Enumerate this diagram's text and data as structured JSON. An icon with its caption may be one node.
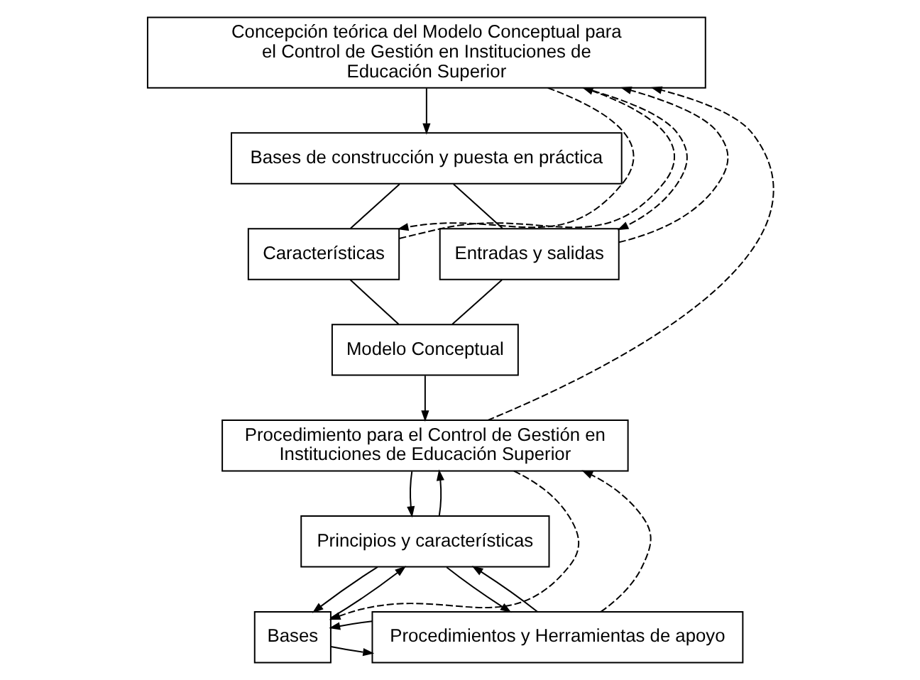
{
  "diagram": {
    "nodes": [
      {
        "text": [
          "Concepción teórica del Modelo Conceptual para el Control de Gestión en Instituciones de Educación Superior"
        ]
      },
      {
        "text": [
          "Bases de construcción y puesta en práctica"
        ]
      },
      {
        "text": [
          "Características"
        ]
      },
      {
        "text": [
          "Entradas y salidas"
        ]
      },
      {
        "text": [
          "Modelo Conceptual"
        ]
      },
      {
        "text": [
          "Procedimiento para el Control de Gestión en Instituciones de Educación Superior"
        ]
      },
      {
        "text": [
          "Principios y características"
        ]
      },
      {
        "text": [
          "Bases"
        ]
      },
      {
        "text": [
          "Procedimientos y Herramientas de apoyo"
        ]
      }
    ],
    "edges": [
      {
        "from": 0,
        "to": 1,
        "arrow": "to"
      },
      {
        "from": 0,
        "to": 2,
        "arrow": "to",
        "style": "dashed"
      },
      {
        "from": 2,
        "to": 0,
        "arrow": "to",
        "style": "dashed"
      },
      {
        "from": 3,
        "to": 0,
        "arrow": "to",
        "style": "dashed"
      },
      {
        "from": 0,
        "to": 3,
        "arrow": "to",
        "style": "dashed"
      },
      {
        "from": 1,
        "to": 2,
        "arrow": "none"
      },
      {
        "from": 1,
        "to": 3,
        "arrow": "none"
      },
      {
        "from": 2,
        "to": 4,
        "arrow": "none"
      },
      {
        "from": 3,
        "to": 4,
        "arrow": "none"
      },
      {
        "from": 4,
        "to": 5,
        "arrow": "to"
      },
      {
        "from": 5,
        "to": 0,
        "arrow": "to",
        "style": "dashed"
      },
      {
        "from": 8,
        "to": 5,
        "arrow": "to",
        "style": "dashed"
      },
      {
        "from": 5,
        "to": 7,
        "arrow": "to",
        "style": "dashed"
      },
      {
        "from": 5,
        "to": 6,
        "arrow": "to"
      },
      {
        "from": 6,
        "to": 5,
        "arrow": "to"
      },
      {
        "from": 6,
        "to": 7,
        "arrow": "to"
      },
      {
        "from": 7,
        "to": 6,
        "arrow": "to"
      },
      {
        "from": 8,
        "to": 6,
        "arrow": "to"
      },
      {
        "from": 6,
        "to": 8,
        "arrow": "to"
      },
      {
        "from": 7,
        "to": 8,
        "arrow": "to"
      },
      {
        "from": 8,
        "to": 7,
        "arrow": "to"
      }
    ]
  }
}
